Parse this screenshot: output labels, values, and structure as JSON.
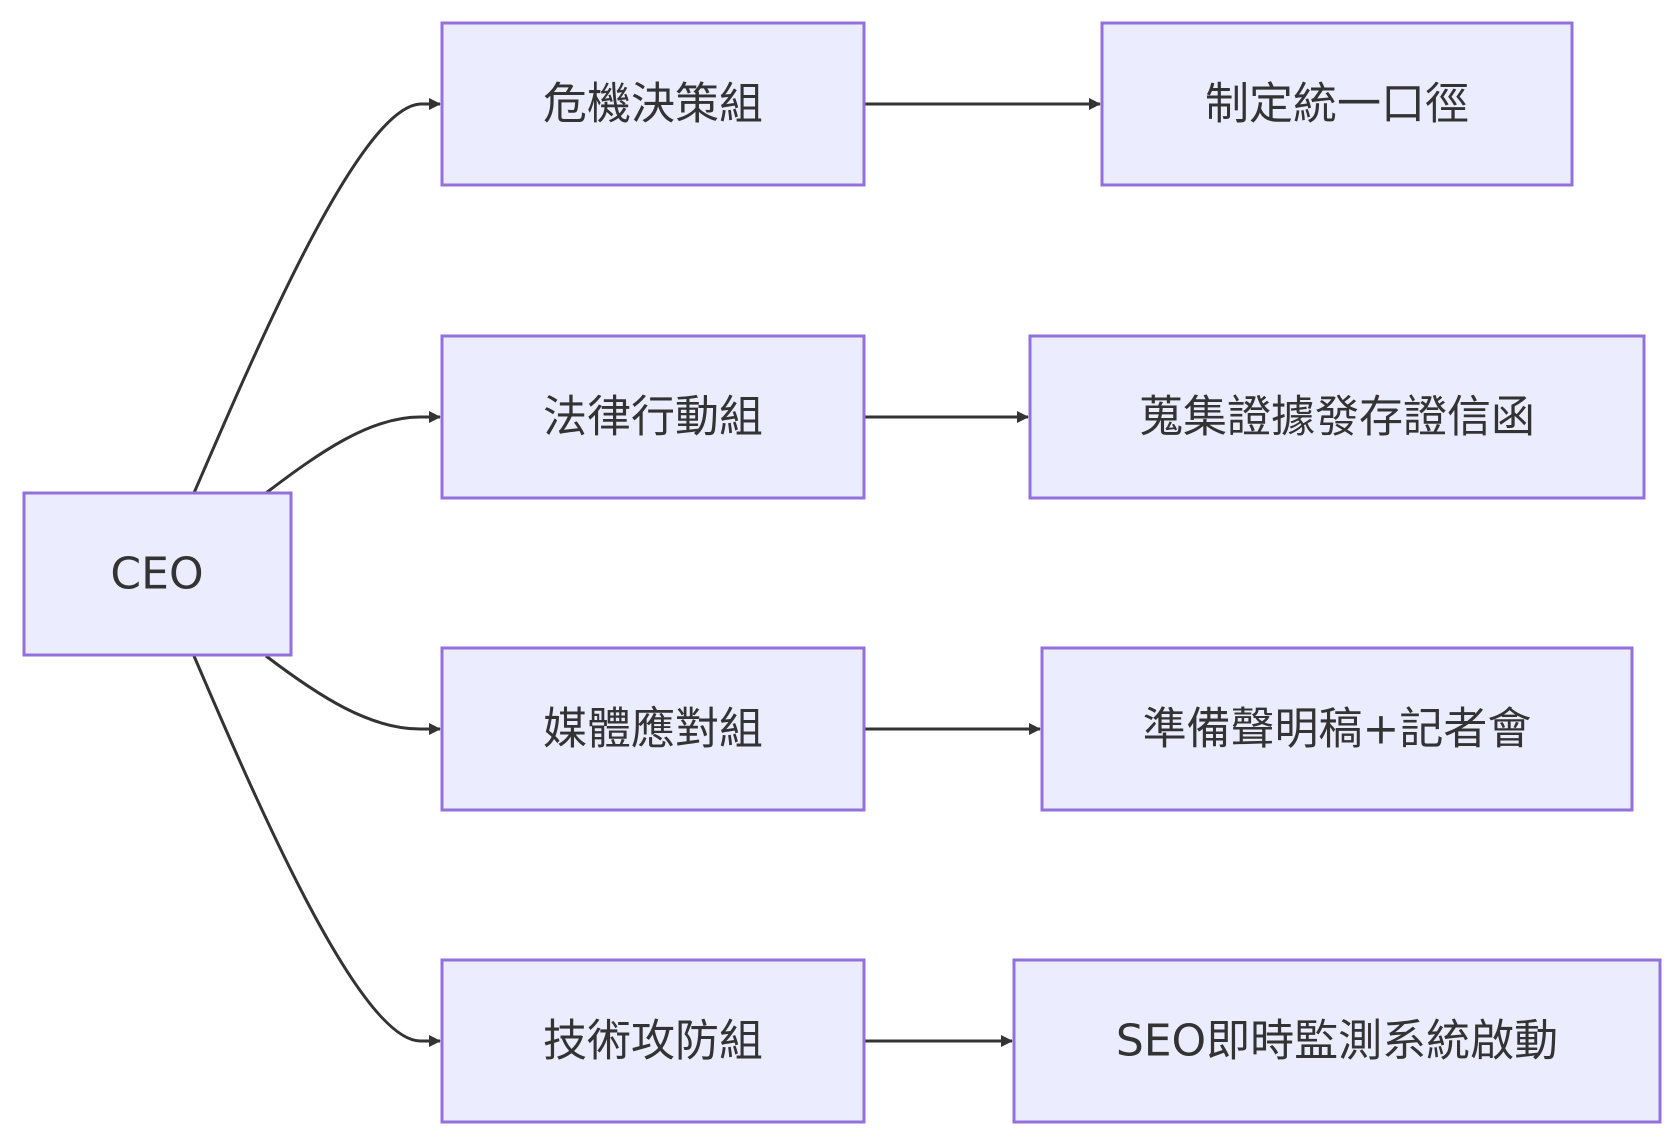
{
  "diagram": {
    "type": "flowchart",
    "direction": "left-to-right",
    "colors": {
      "node_fill": "#ECECFF",
      "node_stroke": "#9370DB",
      "edge": "#333333",
      "text": "#333333"
    },
    "root": {
      "label": "CEO"
    },
    "groups": [
      {
        "label": "危機決策組",
        "action": "制定統一口徑"
      },
      {
        "label": "法律行動組",
        "action": "蒐集證據發存證信函"
      },
      {
        "label": "媒體應對組",
        "action": "準備聲明稿+記者會"
      },
      {
        "label": "技術攻防組",
        "action": "SEO即時監測系統啟動"
      }
    ],
    "edges": [
      {
        "from": "CEO",
        "to": "危機決策組"
      },
      {
        "from": "CEO",
        "to": "法律行動組"
      },
      {
        "from": "CEO",
        "to": "媒體應對組"
      },
      {
        "from": "CEO",
        "to": "技術攻防組"
      },
      {
        "from": "危機決策組",
        "to": "制定統一口徑"
      },
      {
        "from": "法律行動組",
        "to": "蒐集證據發存證信函"
      },
      {
        "from": "媒體應對組",
        "to": "準備聲明稿+記者會"
      },
      {
        "from": "技術攻防組",
        "to": "SEO即時監測系統啟動"
      }
    ]
  }
}
